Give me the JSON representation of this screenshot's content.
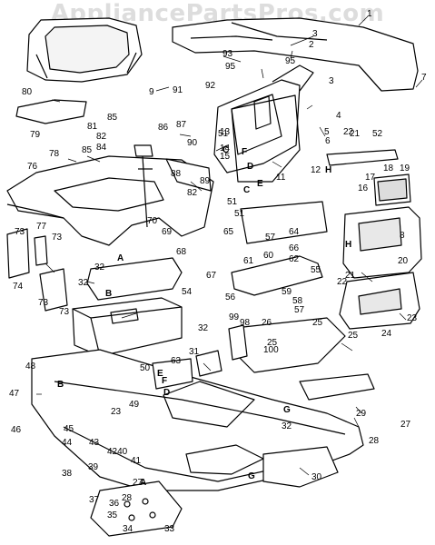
{
  "watermark": "AppliancePartsPros.com",
  "callouts": [
    {
      "id": "c1",
      "text": "1"
    },
    {
      "id": "c2",
      "text": "2"
    },
    {
      "id": "c3a",
      "text": "3"
    },
    {
      "id": "c3b",
      "text": "3"
    },
    {
      "id": "c4",
      "text": "4"
    },
    {
      "id": "c5",
      "text": "5"
    },
    {
      "id": "c6",
      "text": "6"
    },
    {
      "id": "c7",
      "text": "7"
    },
    {
      "id": "c8",
      "text": "8"
    },
    {
      "id": "c9",
      "text": "9"
    },
    {
      "id": "c11",
      "text": "11"
    },
    {
      "id": "c12",
      "text": "12"
    },
    {
      "id": "c13",
      "text": "13"
    },
    {
      "id": "c14",
      "text": "14"
    },
    {
      "id": "c15",
      "text": "15"
    },
    {
      "id": "c16",
      "text": "16"
    },
    {
      "id": "c17",
      "text": "17"
    },
    {
      "id": "c18",
      "text": "18"
    },
    {
      "id": "c19",
      "text": "19"
    },
    {
      "id": "c20",
      "text": "20"
    },
    {
      "id": "c21a",
      "text": "21"
    },
    {
      "id": "c21b",
      "text": "21"
    },
    {
      "id": "c22a",
      "text": "22"
    },
    {
      "id": "c22b",
      "text": "22"
    },
    {
      "id": "c23a",
      "text": "23"
    },
    {
      "id": "c23b",
      "text": "23"
    },
    {
      "id": "c24",
      "text": "24"
    },
    {
      "id": "c25a",
      "text": "25"
    },
    {
      "id": "c25b",
      "text": "25"
    },
    {
      "id": "c25c",
      "text": "25"
    },
    {
      "id": "c26",
      "text": "26"
    },
    {
      "id": "c27a",
      "text": "27"
    },
    {
      "id": "c27b",
      "text": "27"
    },
    {
      "id": "c28a",
      "text": "28"
    },
    {
      "id": "c28b",
      "text": "28"
    },
    {
      "id": "c29",
      "text": "29"
    },
    {
      "id": "c30",
      "text": "30"
    },
    {
      "id": "c31",
      "text": "31"
    },
    {
      "id": "c32a",
      "text": "32"
    },
    {
      "id": "c32b",
      "text": "32"
    },
    {
      "id": "c32c",
      "text": "32"
    },
    {
      "id": "c32d",
      "text": "32"
    },
    {
      "id": "c33",
      "text": "33"
    },
    {
      "id": "c34",
      "text": "34"
    },
    {
      "id": "c35",
      "text": "35"
    },
    {
      "id": "c36",
      "text": "36"
    },
    {
      "id": "c37",
      "text": "37"
    },
    {
      "id": "c38",
      "text": "38"
    },
    {
      "id": "c39",
      "text": "39"
    },
    {
      "id": "c41",
      "text": "41"
    },
    {
      "id": "c42",
      "text": "4240"
    },
    {
      "id": "c43",
      "text": "43"
    },
    {
      "id": "c44",
      "text": "44"
    },
    {
      "id": "c45",
      "text": "45"
    },
    {
      "id": "c46",
      "text": "46"
    },
    {
      "id": "c47",
      "text": "47"
    },
    {
      "id": "c48",
      "text": "48"
    },
    {
      "id": "c49",
      "text": "49"
    },
    {
      "id": "c50",
      "text": "50"
    },
    {
      "id": "c51a",
      "text": "51"
    },
    {
      "id": "c51b",
      "text": "51"
    },
    {
      "id": "c51c",
      "text": "51"
    },
    {
      "id": "c52",
      "text": "52"
    },
    {
      "id": "c54",
      "text": "54"
    },
    {
      "id": "c55",
      "text": "55"
    },
    {
      "id": "c56",
      "text": "56"
    },
    {
      "id": "c57a",
      "text": "57"
    },
    {
      "id": "c57b",
      "text": "57"
    },
    {
      "id": "c58",
      "text": "58"
    },
    {
      "id": "c59",
      "text": "59"
    },
    {
      "id": "c60",
      "text": "60"
    },
    {
      "id": "c61",
      "text": "61"
    },
    {
      "id": "c62",
      "text": "62"
    },
    {
      "id": "c63",
      "text": "63"
    },
    {
      "id": "c64",
      "text": "64"
    },
    {
      "id": "c65",
      "text": "65"
    },
    {
      "id": "c66",
      "text": "66"
    },
    {
      "id": "c67",
      "text": "67"
    },
    {
      "id": "c68",
      "text": "68"
    },
    {
      "id": "c69",
      "text": "69"
    },
    {
      "id": "c70",
      "text": "70"
    },
    {
      "id": "c73a",
      "text": "73"
    },
    {
      "id": "c73b",
      "text": "73"
    },
    {
      "id": "c73c",
      "text": "73"
    },
    {
      "id": "c73d",
      "text": "73"
    },
    {
      "id": "c74",
      "text": "74"
    },
    {
      "id": "c76",
      "text": "76"
    },
    {
      "id": "c77",
      "text": "77"
    },
    {
      "id": "c78",
      "text": "78"
    },
    {
      "id": "c79",
      "text": "79"
    },
    {
      "id": "c80",
      "text": "80"
    },
    {
      "id": "c81",
      "text": "81"
    },
    {
      "id": "c82a",
      "text": "82"
    },
    {
      "id": "c82b",
      "text": "82"
    },
    {
      "id": "c84",
      "text": "84"
    },
    {
      "id": "c85a",
      "text": "85"
    },
    {
      "id": "c85b",
      "text": "85"
    },
    {
      "id": "c86",
      "text": "86"
    },
    {
      "id": "c87",
      "text": "87"
    },
    {
      "id": "c88",
      "text": "88"
    },
    {
      "id": "c89",
      "text": "89"
    },
    {
      "id": "c90",
      "text": "90"
    },
    {
      "id": "c91",
      "text": "91"
    },
    {
      "id": "c92",
      "text": "92"
    },
    {
      "id": "c93",
      "text": "93"
    },
    {
      "id": "c95a",
      "text": "95"
    },
    {
      "id": "c95b",
      "text": "95"
    },
    {
      "id": "c98",
      "text": "98"
    },
    {
      "id": "c99",
      "text": "99"
    },
    {
      "id": "c100",
      "text": "100"
    }
  ],
  "letters": [
    {
      "id": "lA1",
      "text": "A"
    },
    {
      "id": "lA2",
      "text": "A"
    },
    {
      "id": "lB1",
      "text": "B"
    },
    {
      "id": "lB2",
      "text": "B"
    },
    {
      "id": "lC1",
      "text": "C"
    },
    {
      "id": "lC2",
      "text": "C"
    },
    {
      "id": "lD1",
      "text": "D"
    },
    {
      "id": "lD2",
      "text": "D"
    },
    {
      "id": "lE1",
      "text": "E"
    },
    {
      "id": "lE2",
      "text": "E"
    },
    {
      "id": "lF1",
      "text": "F"
    },
    {
      "id": "lF2",
      "text": "F"
    },
    {
      "id": "lG1",
      "text": "G"
    },
    {
      "id": "lG2",
      "text": "G"
    },
    {
      "id": "lH1",
      "text": "H"
    },
    {
      "id": "lH2",
      "text": "H"
    }
  ]
}
